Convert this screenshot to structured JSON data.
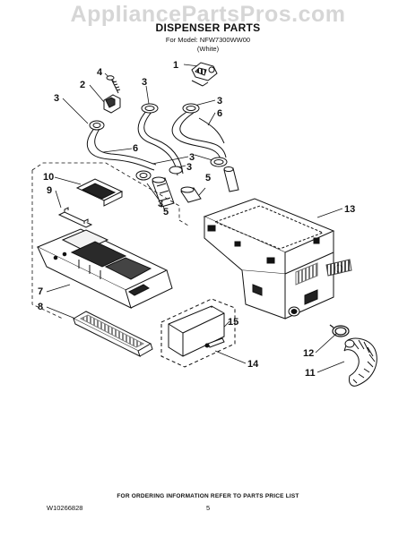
{
  "watermark": "AppliancePartsPros.com",
  "title": "DISPENSER PARTS",
  "subtitle_model": "For Model: NFW7300WW00",
  "subtitle_color": "(White)",
  "callouts": {
    "c1": "1",
    "c2": "2",
    "c3a": "3",
    "c3b": "3",
    "c3c": "3",
    "c3d": "3",
    "c3e": "3",
    "c4": "4",
    "c5a": "5",
    "c5b": "5",
    "c6a": "6",
    "c6b": "6",
    "c7": "7",
    "c8": "8",
    "c9": "9",
    "c10": "10",
    "c11": "11",
    "c12": "12",
    "c13": "13",
    "c14": "14",
    "c15": "15"
  },
  "footer": {
    "ordering_note": "FOR ORDERING INFORMATION REFER TO PARTS PRICE LIST",
    "doc_code": "W10266828",
    "page_number": "5"
  }
}
